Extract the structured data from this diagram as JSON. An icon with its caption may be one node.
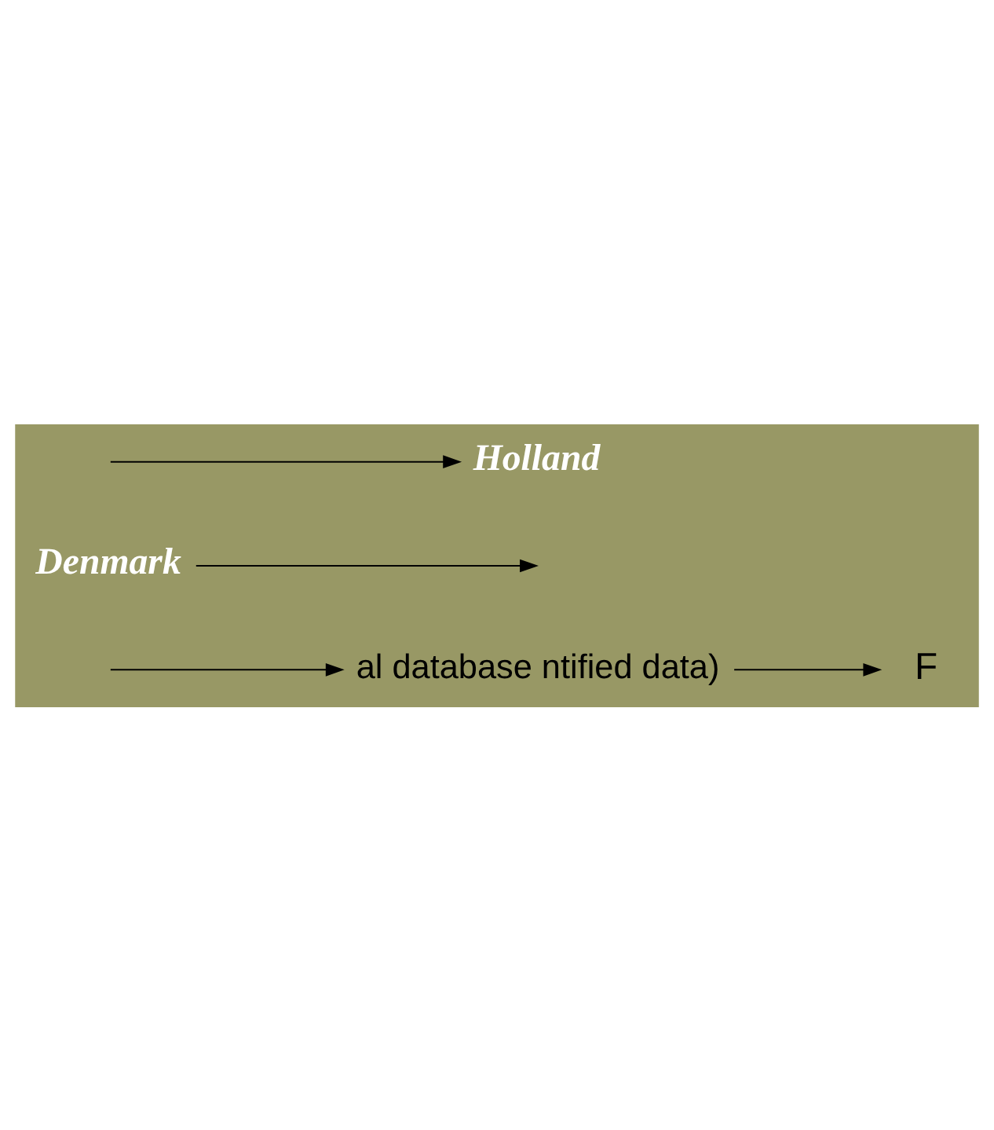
{
  "diagram": {
    "nodes": [
      {
        "text": [
          "F"
        ]
      },
      {
        "text": [
          "al database ntified data)"
        ]
      },
      {
        "text": [
          "Denmark"
        ]
      },
      {
        "text": [
          "Holland"
        ]
      }
    ],
    "edges": [
      {
        "from": 1,
        "to": 0,
        "arrow": "to"
      },
      {
        "from": null,
        "to": 1,
        "arrow": "to"
      },
      {
        "from": 2,
        "to": null,
        "arrow": "to"
      },
      {
        "from": null,
        "to": 3,
        "arrow": "to"
      }
    ]
  }
}
